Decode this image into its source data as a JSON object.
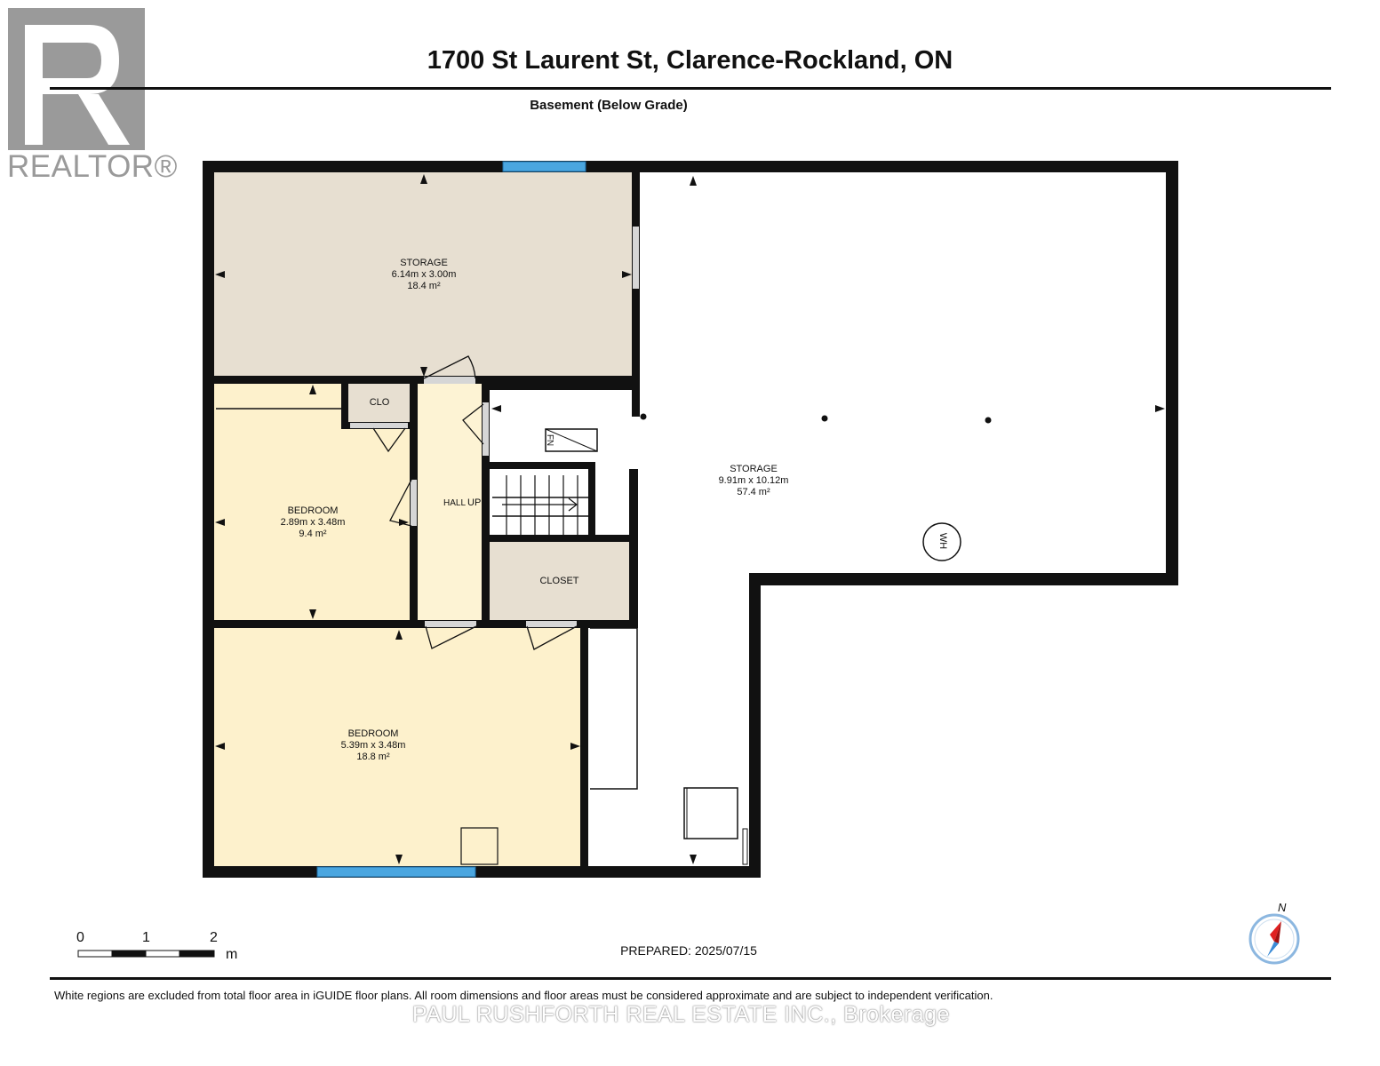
{
  "header": {
    "title": "1700 St Laurent St, Clarence-Rockland, ON",
    "subtitle": "Basement (Below Grade)"
  },
  "logo": {
    "wordmark": "REALTOR®"
  },
  "rooms": [
    {
      "name": "STORAGE",
      "dims": "6.14m x 3.00m",
      "area": "18.4 m²"
    },
    {
      "name": "BEDROOM",
      "dims": "2.89m x 3.48m",
      "area": "9.4 m²"
    },
    {
      "name": "STORAGE",
      "dims": "9.91m x 10.12m",
      "area": "57.4 m²"
    },
    {
      "name": "BEDROOM",
      "dims": "5.39m x 3.48m",
      "area": "18.8 m²"
    }
  ],
  "labels": {
    "clo": "CLO",
    "hall": "HALL",
    "up": "UP",
    "closet": "CLOSET",
    "fn": "FN",
    "wh": "WH"
  },
  "scale": {
    "ticks": [
      "0",
      "1",
      "2"
    ],
    "unit": "m"
  },
  "compass": {
    "north": "N"
  },
  "footer": {
    "prepared": "PREPARED: 2025/07/15",
    "disclaimer": "White regions are excluded from total floor area in iGUIDE floor plans. All room dimensions and floor areas must be considered approximate and are subject to independent verification.",
    "brokerage": "PAUL RUSHFORTH REAL ESTATE INC., Brokerage"
  },
  "colors": {
    "wall": "#111111",
    "storage_fill": "#e7dfd1",
    "bedroom_fill": "#fdf1cc",
    "hall_fill": "#fdf3d4",
    "window": "#4aa6e0",
    "door_gap": "#d6d6d6",
    "compass_red": "#e02020",
    "compass_blue": "#3b8bd6"
  }
}
